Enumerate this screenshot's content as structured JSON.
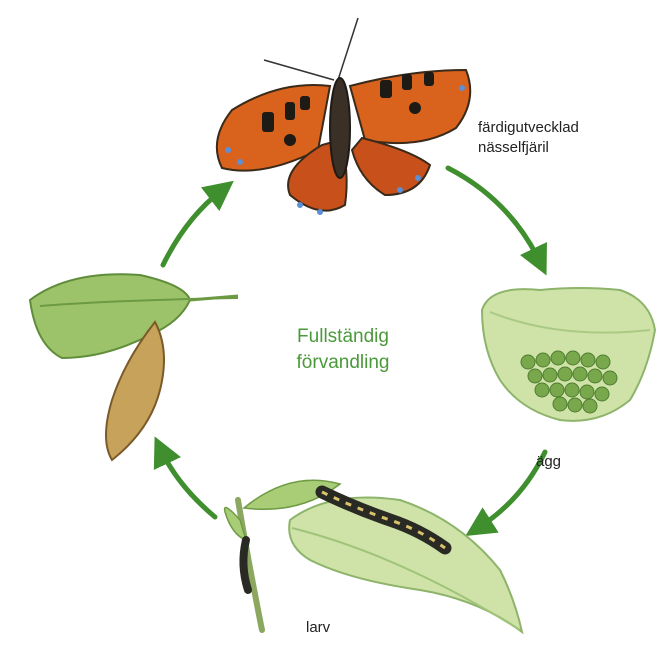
{
  "center": {
    "line1": "Fullständig",
    "line2": "förvandling"
  },
  "stages": {
    "adult": {
      "line1": "färdigutvecklad",
      "line2": "nässelfjäril"
    },
    "eggs": "ägg",
    "larva": "larv"
  },
  "colors": {
    "arrow": "#3f8f2f",
    "title": "#4a9a3a",
    "leaf": "#7fae4a",
    "leaf_light": "#cfe3a8",
    "wing_orange": "#d9621c",
    "pupa": "#c7a25a"
  },
  "icons": [
    "butterfly-icon",
    "egg-leaf-icon",
    "caterpillar-icon",
    "chrysalis-icon",
    "cycle-arrow-icon"
  ]
}
